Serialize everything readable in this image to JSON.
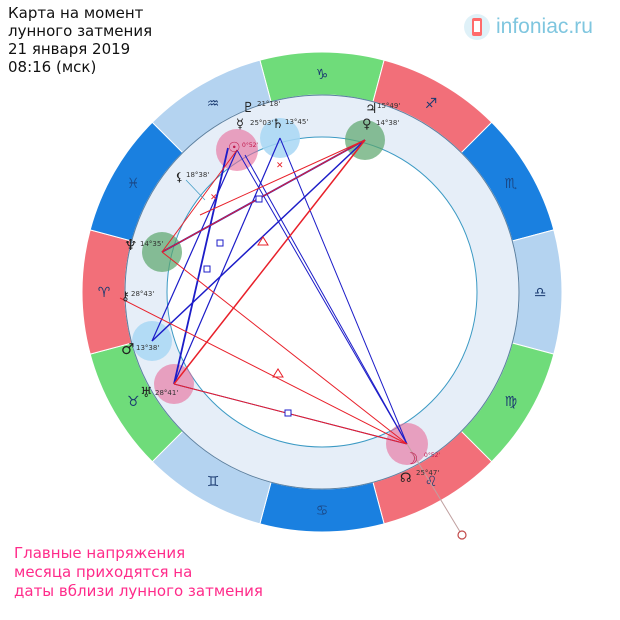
{
  "title_lines": [
    "Карта на момент",
    "лунного затмения",
    "21 января 2019",
    "08:16 (мск)"
  ],
  "caption_lines": [
    "Главные напряжения",
    "месяца приходятся на",
    "даты вблизи лунного затмения"
  ],
  "logo": {
    "text": "infoniac.ru"
  },
  "colors": {
    "fire": "#f26f79",
    "earth": "#6fdc7a",
    "air": "#b4d3f0",
    "water": "#1a80e0",
    "inner_bg": "#e6eef8",
    "hard_aspect": "#e8202a",
    "soft_aspect": "#1c1cc8",
    "accent_text": "#ff2b8a"
  },
  "zodiac": [
    {
      "sign": "capricorn",
      "glyph": "♑",
      "element": "earth"
    },
    {
      "sign": "sagittarius",
      "glyph": "♐",
      "element": "fire"
    },
    {
      "sign": "scorpio",
      "glyph": "♏",
      "element": "water"
    },
    {
      "sign": "libra",
      "glyph": "♎",
      "element": "air"
    },
    {
      "sign": "virgo",
      "glyph": "♍",
      "element": "earth"
    },
    {
      "sign": "leo",
      "glyph": "♌",
      "element": "fire"
    },
    {
      "sign": "cancer",
      "glyph": "♋",
      "element": "water"
    },
    {
      "sign": "gemini",
      "glyph": "♊",
      "element": "air"
    },
    {
      "sign": "taurus",
      "glyph": "♉",
      "element": "earth"
    },
    {
      "sign": "aries",
      "glyph": "♈",
      "element": "fire"
    },
    {
      "sign": "pisces",
      "glyph": "♓",
      "element": "water"
    },
    {
      "sign": "aquarius",
      "glyph": "♒",
      "element": "air"
    }
  ],
  "planets": [
    {
      "id": "pluto",
      "glyph": "♇",
      "degree": "21°18'"
    },
    {
      "id": "mercury",
      "glyph": "☿",
      "degree": "25°03'"
    },
    {
      "id": "saturn-top",
      "glyph": "♄",
      "degree": "13°45'"
    },
    {
      "id": "sun",
      "glyph": "☉",
      "degree": "0°52'"
    },
    {
      "id": "jupiter",
      "glyph": "♃",
      "degree": "15°49'"
    },
    {
      "id": "venus",
      "glyph": "♀",
      "degree": "14°38'"
    },
    {
      "id": "lilith",
      "glyph": "⚸",
      "degree": "18°38'"
    },
    {
      "id": "neptune",
      "glyph": "♆",
      "degree": "14°35'"
    },
    {
      "id": "chiron",
      "glyph": "⚷",
      "degree": "28°43'"
    },
    {
      "id": "mars",
      "glyph": "♂",
      "degree": "13°38'"
    },
    {
      "id": "uranus",
      "glyph": "♅",
      "degree": "28°41'"
    },
    {
      "id": "moon",
      "glyph": "☽",
      "degree": "0°52'"
    },
    {
      "id": "node",
      "glyph": "☊",
      "degree": "25°47'"
    }
  ]
}
